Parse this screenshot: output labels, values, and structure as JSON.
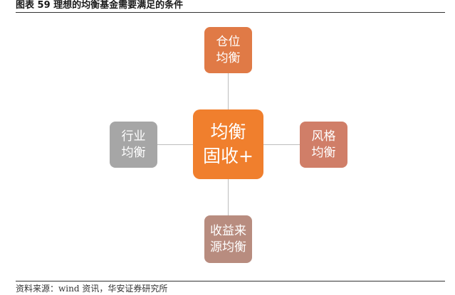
{
  "figure": {
    "title": "图表 59  理想的均衡基金需要满足的条件",
    "source": "资料来源：wind 资讯，华安证券研究所"
  },
  "diagram": {
    "center": {
      "lines": [
        "均衡",
        "固收+"
      ],
      "color": "#F07F2D"
    },
    "top": {
      "lines": [
        "仓位",
        "均衡"
      ],
      "color": "#E07A46"
    },
    "left": {
      "lines": [
        "行业",
        "均衡"
      ],
      "color": "#A6A6A6"
    },
    "right": {
      "lines": [
        "风格",
        "均衡"
      ],
      "color": "#D07E68"
    },
    "bottom": {
      "lines": [
        "收益来",
        "源均衡"
      ],
      "color": "#B88C7F"
    },
    "connector_color": "#BDBDBD"
  }
}
